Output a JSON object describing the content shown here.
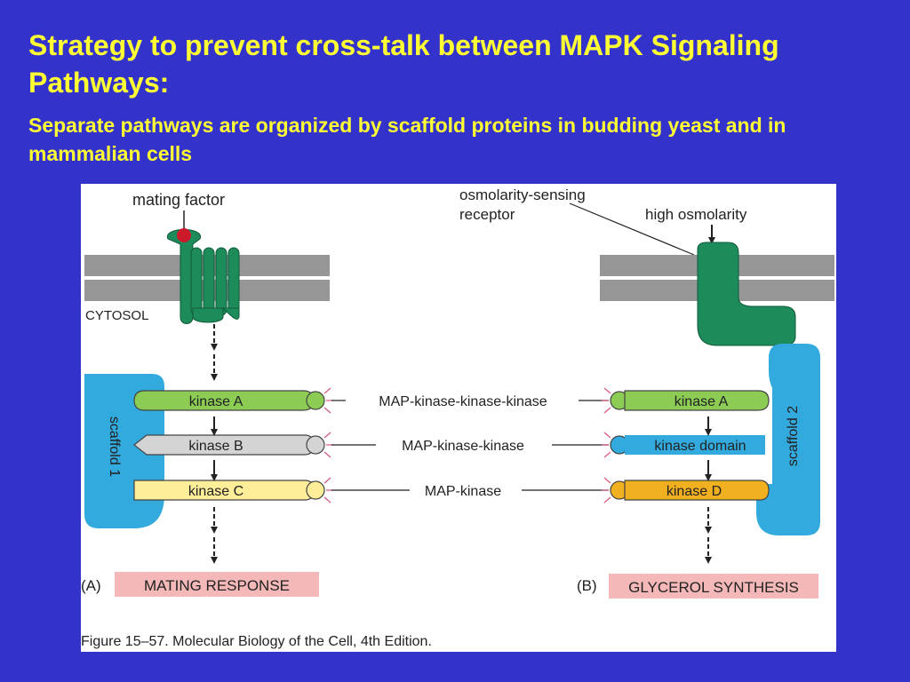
{
  "slide": {
    "title": "Strategy to prevent cross-talk between MAPK Signaling Pathways:",
    "subtitle": "Separate pathways are organized by scaffold proteins in budding yeast and in mammalian cells"
  },
  "figure": {
    "left": {
      "signal": "mating factor",
      "compartment": "CYTOSOL",
      "scaffold": "scaffold 1",
      "kinases": [
        "kinase A",
        "kinase B",
        "kinase C"
      ],
      "panel": "(A)",
      "response": "MATING RESPONSE"
    },
    "right": {
      "receptor": "osmolarity-sensing receptor",
      "receptor_line1": "osmolarity-sensing",
      "receptor_line2": "receptor",
      "signal": "high osmolarity",
      "scaffold": "scaffold 2",
      "kinases": [
        "kinase A",
        "kinase domain",
        "kinase D"
      ],
      "panel": "(B)",
      "response": "GLYCEROL SYNTHESIS"
    },
    "levels": [
      "MAP-kinase-kinase-kinase",
      "MAP-kinase-kinase",
      "MAP-kinase"
    ],
    "caption": "Figure 15–57. Molecular Biology of the Cell, 4th Edition.",
    "colors": {
      "membrane": "#969696",
      "receptor": "#1e8c5a",
      "ligand": "#cc1a2a",
      "scaffold": "#33aadd",
      "kinase_a": "#8ccc55",
      "kinase_b": "#d4d4d4",
      "kinase_c": "#ffee99",
      "kinase_d": "#f0b020",
      "response_box": "#f4b8b8"
    }
  }
}
